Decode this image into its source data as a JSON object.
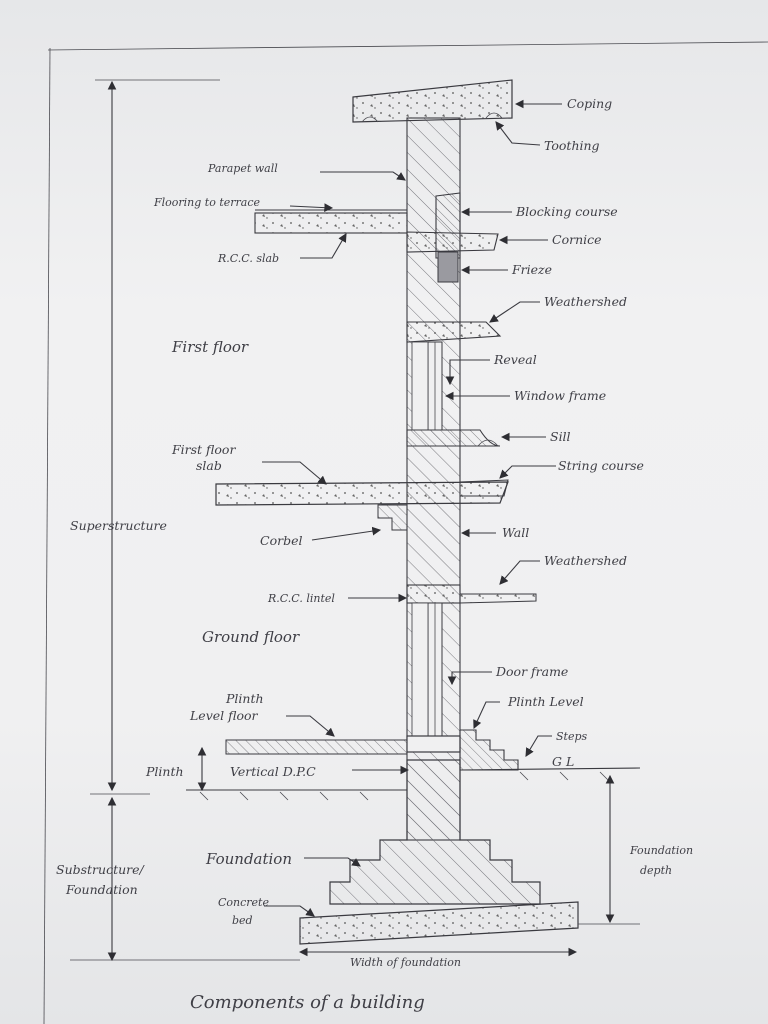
{
  "title": "Components of a building",
  "labels": {
    "coping": "Coping",
    "toothing": "Toothing",
    "parapet_wall": "Parapet wall",
    "flooring_to_terrace": "Flooring to terrace",
    "blocking_course": "Blocking course",
    "cornice": "Cornice",
    "rcc_slab": "R.C.C. slab",
    "frieze": "Frieze",
    "weathershed_top": "Weathershed",
    "first_floor": "First floor",
    "reveal": "Reveal",
    "window_frame": "Window frame",
    "sill": "Sill",
    "first_floor_slab_1": "First floor",
    "first_floor_slab_2": "slab",
    "string_course": "String course",
    "superstructure": "Superstructure",
    "corbel": "Corbel",
    "wall": "Wall",
    "weathershed_lower": "Weathershed",
    "rcc_lintel": "R.C.C. lintel",
    "ground_floor": "Ground floor",
    "door_frame": "Door frame",
    "plinth_level_floor_1": "Plinth",
    "plinth_level_floor_2": "Level floor",
    "plinth_level": "Plinth Level",
    "steps": "Steps",
    "plinth": "Plinth",
    "vertical_dpc": "Vertical D.P.C",
    "gl": "G L",
    "substructure_1": "Substructure/",
    "substructure_2": "Foundation",
    "foundation": "Foundation",
    "foundation_depth_1": "Foundation",
    "foundation_depth_2": "depth",
    "concrete_bed_1": "Concrete",
    "concrete_bed_2": "bed",
    "width_of_foundation": "Width of foundation"
  },
  "colors": {
    "ink": "#3a3a40",
    "paper": "#f0f0f1"
  }
}
